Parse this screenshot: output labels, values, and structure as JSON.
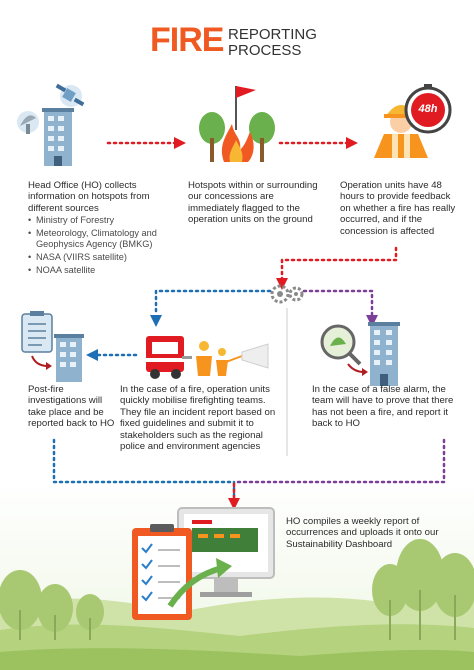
{
  "header": {
    "fire_word": "FIRE",
    "title_line1": "REPORTING",
    "title_line2": "PROCESS"
  },
  "step1": {
    "text": "Head Office (HO) collects information on hotspots from different sources",
    "sources": [
      "Ministry of Forestry",
      "Meteorology, Climatology and Geophysics Agency (BMKG)",
      "NASA (VIIRS satellite)",
      "NOAA satellite"
    ]
  },
  "step2": {
    "text": "Hotspots within or surrounding our concessions are immediately flagged to the operation units on the ground"
  },
  "step3": {
    "text": "Operation units have 48 hours to provide feedback on whether a fire has really occurred, and if the concession is affected",
    "timer_label": "48h"
  },
  "step_post": {
    "text": "Post-fire investigations will take place and be reported back to HO"
  },
  "step_fire": {
    "text": "In the case of a fire, operation units quickly mobilise firefighting teams. They file an incident report based on fixed guidelines and submit it to stakeholders such as the regional police and environment agencies"
  },
  "step_false": {
    "text": "In the case of a false alarm, the team will have to prove that there has not been a fire, and report it back to HO"
  },
  "step_final": {
    "text": "HO compiles a weekly report of occurrences and uploads it onto our Sustainability Dashboard"
  },
  "colors": {
    "fire_orange": "#f05a22",
    "red_dotted": "#e11b22",
    "blue_dotted": "#1f6fb5",
    "purple_dotted": "#7b3f98",
    "tree_green": "#6ab04c",
    "helmet_orange": "#f7941d",
    "building_blue": "#8fb3cf"
  }
}
